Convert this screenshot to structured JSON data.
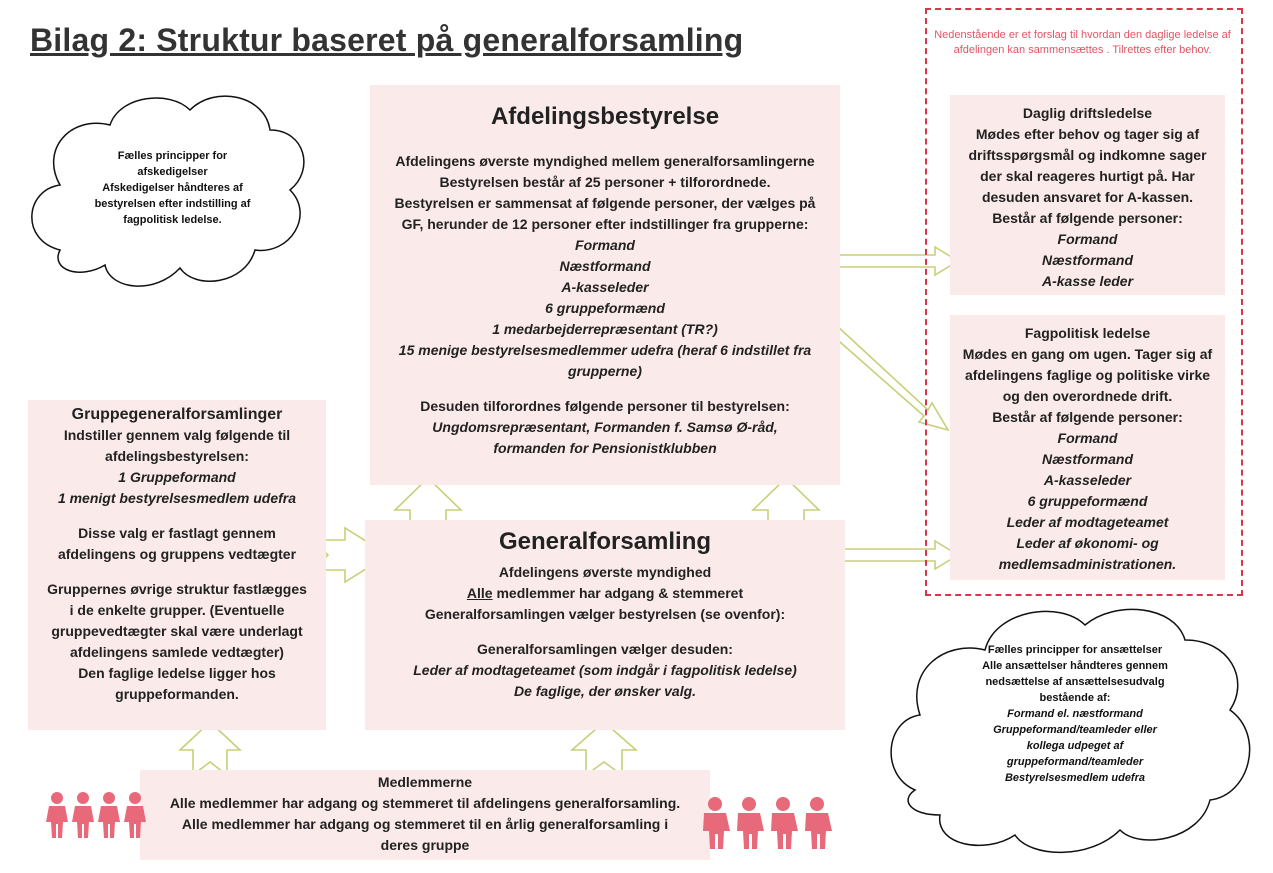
{
  "title": "Bilag 2: Struktur baseret på generalforsamling",
  "note": "Nedenstående er et forslag til hvordan den daglige ledelse af afdelingen kan sammensættes . Tilrettes efter behov.",
  "afdelingsbestyrelse": {
    "title": "Afdelingsbestyrelse",
    "intro": [
      "Afdelingens øverste myndighed mellem generalforsamlingerne",
      "Bestyrelsen består af 25 personer + tilforordnede.",
      "Bestyrelsen er sammensat af følgende personer, der vælges på",
      "GF, herunder de 12 personer efter indstillinger fra grupperne:"
    ],
    "members": [
      "Formand",
      "Næstformand",
      "A-kasseleder",
      "6 gruppeformænd",
      "1 medarbejderrepræsentant (TR?)",
      "15 menige bestyrelsesmedlemmer udefra (heraf 6 indstillet fra",
      "grupperne)"
    ],
    "extra_intro": "Desuden tilforordnes følgende personer til bestyrelsen:",
    "extra": [
      "Ungdomsrepræsentant, Formanden f. Samsø Ø-råd,",
      "formanden for Pensionistklubben"
    ]
  },
  "generalforsamling": {
    "title": "Generalforsamling",
    "line1": "Afdelingens øverste myndighed",
    "line2_u": "Alle",
    "line2_rest": " medlemmer har adgang & stemmeret",
    "line3": "Generalforsamlingen vælger bestyrelsen (se ovenfor):",
    "line4": "Generalforsamlingen vælger desuden:",
    "italic": [
      "Leder af modtageteamet (som indgår i fagpolitisk ledelse)",
      "De faglige, der ønsker valg."
    ]
  },
  "gruppe": {
    "title": "Gruppegeneralforsamlinger",
    "intro": [
      "Indstiller gennem valg følgende til",
      "afdelingsbestyrelsen:"
    ],
    "italic": [
      "1 Gruppeformand",
      "1 menigt bestyrelsesmedlem udefra"
    ],
    "p2": [
      "Disse valg er fastlagt gennem",
      "afdelingens og gruppens vedtægter"
    ],
    "p3": [
      "Gruppernes øvrige struktur fastlægges",
      "i de enkelte grupper. (Eventuelle",
      "gruppevedtægter skal være underlagt",
      "afdelingens samlede vedtægter)",
      "Den faglige ledelse ligger hos",
      "gruppeformanden."
    ]
  },
  "daglig": {
    "title": "Daglig driftsledelse",
    "text": [
      "Mødes efter behov og tager sig af",
      "driftsspørgsmål og indkomne sager",
      "der skal reageres hurtigt på. Har",
      "desuden ansvaret for A-kassen.",
      "Består af følgende personer:"
    ],
    "italic": [
      "Formand",
      "Næstformand",
      "A-kasse leder"
    ]
  },
  "fagpolitisk": {
    "title": "Fagpolitisk ledelse",
    "text": [
      "Mødes en gang om ugen. Tager sig af",
      "afdelingens faglige og politiske virke",
      "og den overordnede drift.",
      "Består af følgende personer:"
    ],
    "italic": [
      "Formand",
      "Næstformand",
      "A-kasseleder",
      "6 gruppeformænd",
      "Leder af modtageteamet",
      "Leder af økonomi- og",
      "medlemsadministrationen."
    ]
  },
  "medlemmerne": {
    "title": "Medlemmerne",
    "text": [
      "Alle medlemmer har adgang og stemmeret til afdelingens generalforsamling.",
      "Alle medlemmer har adgang og stemmeret til en årlig generalforsamling i",
      "deres gruppe"
    ]
  },
  "cloud_left": {
    "lines": [
      "Fælles principper for",
      "afskedigelser",
      "Afskedigelser håndteres af",
      "bestyrelsen efter indstilling af",
      "fagpolitisk ledelse."
    ]
  },
  "cloud_right": {
    "lines": [
      "Fælles principper for ansættelser",
      "Alle ansættelser håndteres gennem",
      "nedsættelse af ansættelsesudvalg",
      "bestående af:"
    ],
    "italic": [
      "Formand el. næstformand",
      "Gruppeformand/teamleder eller",
      "kollega udpeget af",
      "gruppeformand/teamleder",
      "Bestyrelsesmedlem udefra"
    ]
  },
  "colors": {
    "box_bg": "#fbeaea",
    "arrow": "#c8cf7a",
    "dashed": "#d8374a",
    "people": "#e86a7a"
  },
  "icons": [
    "people-group-icon",
    "people-group-icon"
  ]
}
